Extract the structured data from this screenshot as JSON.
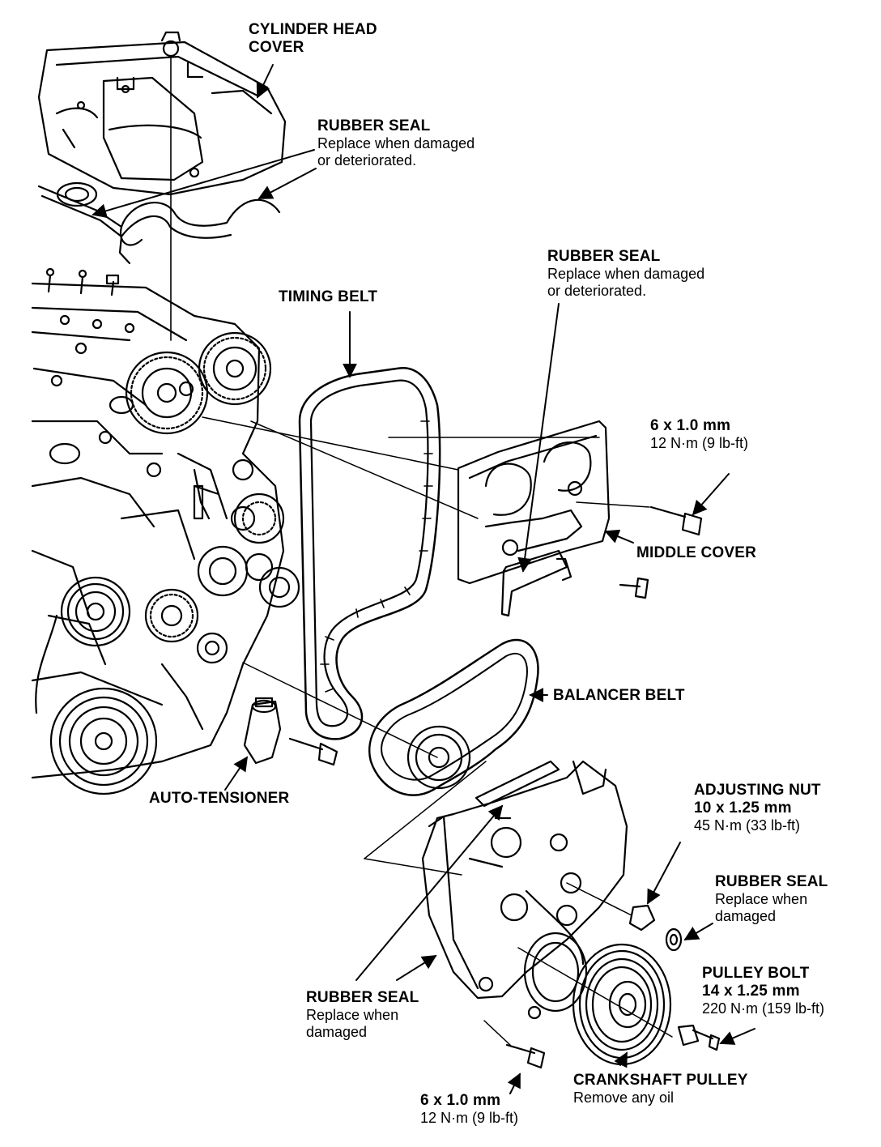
{
  "labels": {
    "cylinder_head_cover": {
      "line1": "CYLINDER HEAD",
      "line2": "COVER"
    },
    "rubber_seal_top": {
      "title": "RUBBER SEAL",
      "note1": "Replace when damaged",
      "note2": "or deteriorated."
    },
    "rubber_seal_right": {
      "title": "RUBBER SEAL",
      "note1": "Replace when damaged",
      "note2": "or deteriorated."
    },
    "timing_belt": {
      "title": "TIMING BELT"
    },
    "middle_cover_bolt": {
      "size": "6 x 1.0 mm",
      "torque": "12 N·m (9 lb-ft)"
    },
    "middle_cover": {
      "title": "MIDDLE COVER"
    },
    "balancer_belt": {
      "title": "BALANCER BELT"
    },
    "auto_tensioner": {
      "title": "AUTO-TENSIONER"
    },
    "adjusting_nut": {
      "title": "ADJUSTING NUT",
      "size": "10 x 1.25 mm",
      "torque": "45 N·m (33 lb-ft)"
    },
    "rubber_seal_nut": {
      "title": "RUBBER SEAL",
      "note1": "Replace when",
      "note2": "damaged"
    },
    "pulley_bolt": {
      "title": "PULLEY BOLT",
      "size": "14 x 1.25 mm",
      "torque": "220 N·m (159 lb-ft)"
    },
    "rubber_seal_lower": {
      "title": "RUBBER SEAL",
      "note1": "Replace when",
      "note2": "damaged"
    },
    "crankshaft_pulley": {
      "title": "CRANKSHAFT PULLEY",
      "note": "Remove any oil"
    },
    "lower_cover_bolt": {
      "size": "6 x 1.0 mm",
      "torque": "12 N·m (9 lb-ft)"
    }
  }
}
